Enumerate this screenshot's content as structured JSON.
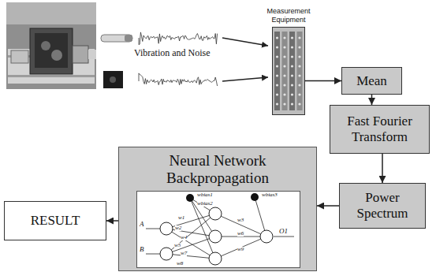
{
  "diagram": {
    "nodes": [
      {
        "text": [
          "Measurement Equipment"
        ]
      },
      {
        "text": [
          "Mean"
        ]
      },
      {
        "text": [
          "Fast Fourier Transform"
        ]
      },
      {
        "text": [
          "Power Spectrum"
        ]
      },
      {
        "text": [
          "Neural Network Backpropagation"
        ]
      },
      {
        "text": [
          "RESULT"
        ]
      }
    ],
    "edges": [
      {
        "from": 0,
        "to": 1,
        "arrow": "to"
      },
      {
        "from": 1,
        "to": 2,
        "arrow": "to"
      },
      {
        "from": 2,
        "to": 3,
        "arrow": "to"
      },
      {
        "from": 3,
        "to": 4,
        "arrow": "to"
      },
      {
        "from": 4,
        "to": 5,
        "arrow": "to"
      }
    ],
    "labels": [
      "Vibration and Noise",
      "wbias1",
      "wbias2",
      "wbias3",
      "A",
      "B",
      "w1",
      "w2",
      "w3",
      "w4",
      "w5",
      "w6",
      "w7",
      "w8",
      "w9",
      "O1"
    ]
  }
}
